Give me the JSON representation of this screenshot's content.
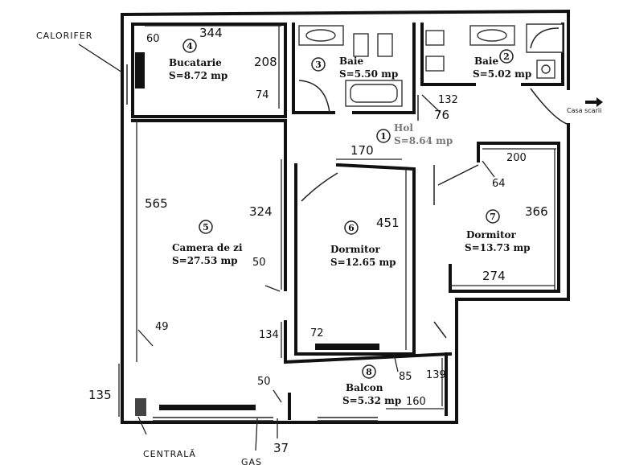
{
  "rooms": [
    {
      "num": "1",
      "name": "Hol",
      "area": "S=8.64 mp"
    },
    {
      "num": "2",
      "name": "Baie",
      "area": "S=5.02 mp"
    },
    {
      "num": "3",
      "name": "Baie",
      "area": "S=5.50 mp"
    },
    {
      "num": "4",
      "name": "Bucatarie",
      "area": "S=8.72 mp"
    },
    {
      "num": "5",
      "name": "Camera de zi",
      "area": "S=27.53 mp"
    },
    {
      "num": "6",
      "name": "Dormitor",
      "area": "S=12.65 mp"
    },
    {
      "num": "7",
      "name": "Dormitor",
      "area": "S=13.73 mp"
    },
    {
      "num": "8",
      "name": "Balcon",
      "area": "S=5.32 mp"
    }
  ],
  "labels": {
    "calorifer": "CALORIFER",
    "centrala": "CENTRALĂ",
    "casa_scarii": "Casa scarii",
    "gaz": "GAS"
  },
  "dimensions": {
    "d60": "60",
    "d344": "344",
    "d208": "208",
    "d74": "74",
    "d132": "132",
    "d76": "76",
    "d170": "170",
    "d200": "200",
    "d64": "64",
    "d565": "565",
    "d324": "324",
    "d451": "451",
    "d366": "366",
    "d50a": "50",
    "d274": "274",
    "d49": "49",
    "d134": "134",
    "d72": "72",
    "d135": "135",
    "d50b": "50",
    "d85": "85",
    "d139": "139",
    "d160": "160",
    "d37": "37"
  }
}
